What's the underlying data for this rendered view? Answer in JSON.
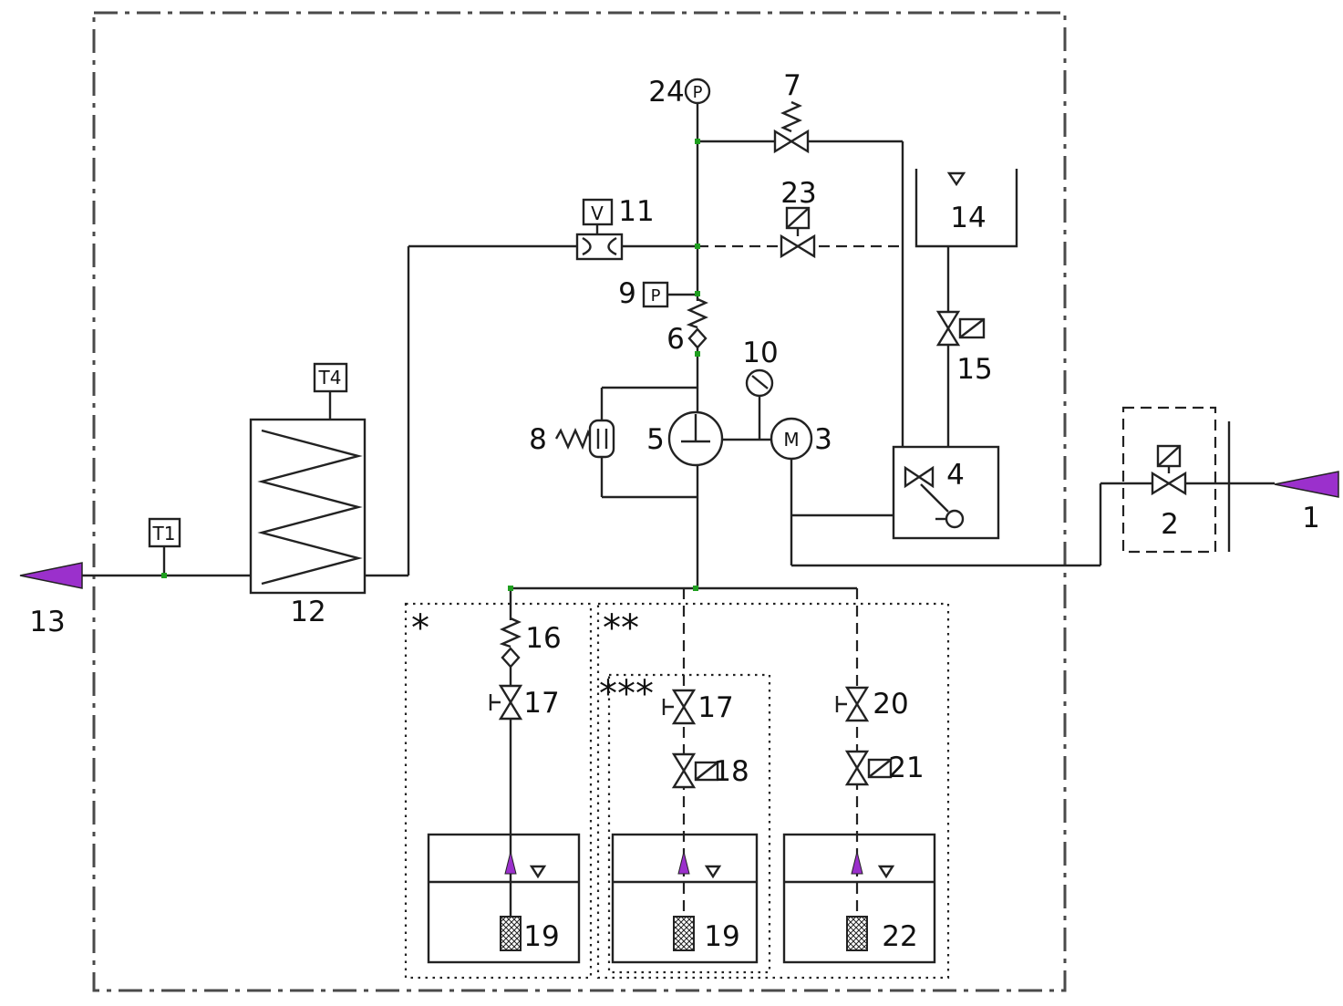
{
  "diagram": {
    "colors": {
      "pipe": "#222222",
      "boundary": "#4a4a4a",
      "junction": "#1f9e1f",
      "flow_arrow": "#9b30cc"
    },
    "labels": {
      "l1": "1",
      "l2": "2",
      "l3": "3",
      "l4": "4",
      "l5": "5",
      "l6": "6",
      "l7": "7",
      "l8": "8",
      "l9": "9",
      "l10": "10",
      "l11": "11",
      "l12": "12",
      "l13": "13",
      "l14": "14",
      "l15": "15",
      "l16": "16",
      "l17a": "17",
      "l17b": "17",
      "l18": "18",
      "l19a": "19",
      "l19b": "19",
      "l20": "20",
      "l21": "21",
      "l22": "22",
      "l23": "23",
      "l24": "24",
      "t1": "T1",
      "t4": "T4",
      "v11": "V",
      "p24": "P",
      "p9": "P",
      "m3": "M",
      "star": "*",
      "star2": "**",
      "star3": "***"
    }
  }
}
